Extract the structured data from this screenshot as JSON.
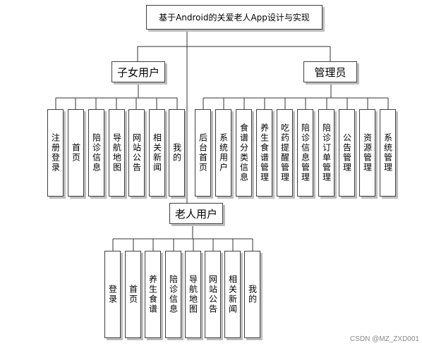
{
  "title": "基于Android的关爱老人App设计与实现",
  "groups": {
    "children": {
      "label": "子女用户",
      "items": [
        "注册登录",
        "首页",
        "陪诊信息",
        "导航地图",
        "网站公告",
        "相关新闻",
        "我的"
      ]
    },
    "admin": {
      "label": "管理员",
      "items": [
        "后台首页",
        "系统用户",
        "食谱分类信息",
        "养生食谱管理",
        "吃药提醒管理",
        "陪诊信息管理",
        "陪诊订单管理",
        "公告管理",
        "资源管理",
        "系统管理"
      ]
    },
    "elderly": {
      "label": "老人用户",
      "items": [
        "登录",
        "首页",
        "养生食谱",
        "陪诊信息",
        "导航地图",
        "网站公告",
        "相关新闻",
        "我的"
      ]
    }
  },
  "watermark": "CSDN @MZ_ZXD001"
}
